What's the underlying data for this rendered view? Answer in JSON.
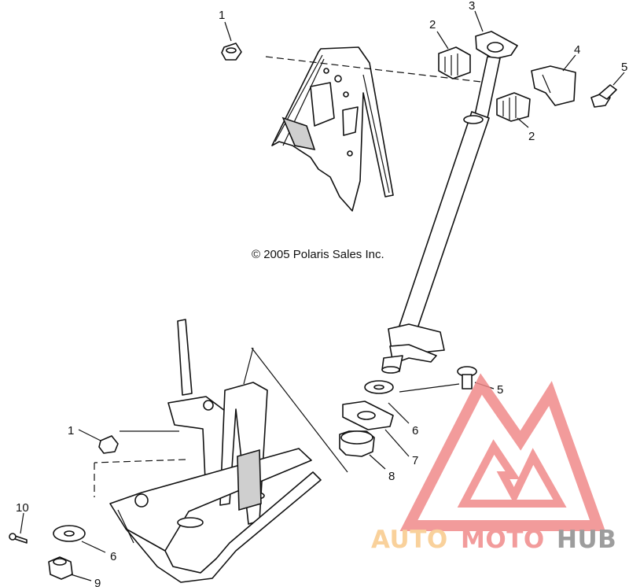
{
  "diagram": {
    "copyright": "© 2005 Polaris Sales Inc.",
    "callouts": [
      "1",
      "2",
      "3",
      "2",
      "4",
      "5",
      "5",
      "6",
      "7",
      "8",
      "1",
      "10",
      "6",
      "9"
    ]
  },
  "watermark": {
    "part1": "AUTO",
    "part2": "MOTO",
    "part3": "HUB",
    "color_light": "#f9c98a",
    "color_red": "#f08a8a",
    "color_gray": "#8c8c8c"
  }
}
